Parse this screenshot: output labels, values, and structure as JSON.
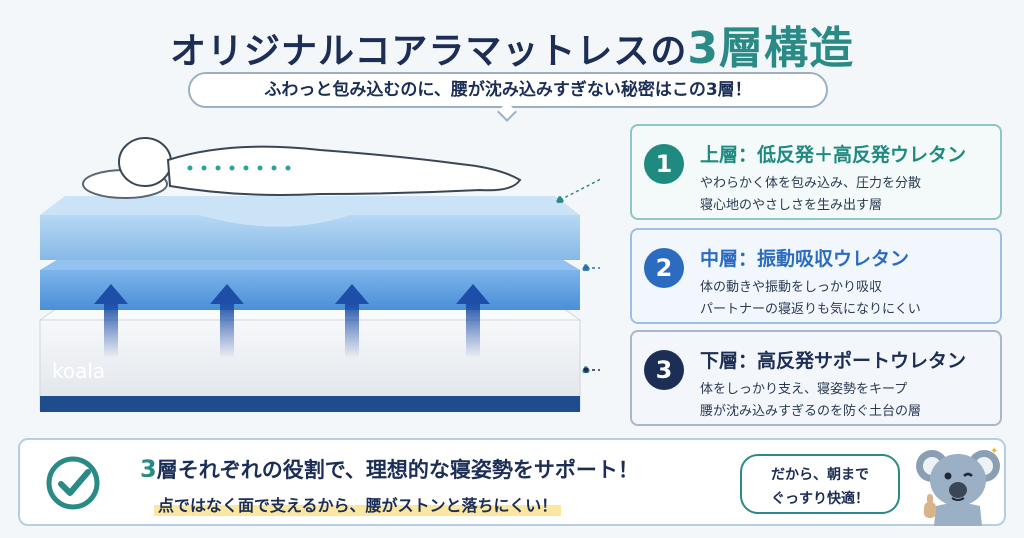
{
  "title": {
    "main": "オリジナルコアラマットレスの",
    "accent": "3",
    "suffix": "層構造"
  },
  "subtitle": "ふわっと包み込むのに、腰が沈み込みすぎない秘密はこの3層！",
  "brand": "koala",
  "layers": [
    {
      "number": "1",
      "title": "上層：低反発＋高反発ウレタン",
      "line1": "やわらかく体を包み込み、圧力を分散",
      "line2": "寝心地のやさしさを生み出す層"
    },
    {
      "number": "2",
      "title": "中層：振動吸収ウレタン",
      "line1": "体の動きや振動をしっかり吸収",
      "line2": "パートナーの寝返りも気になりにくい"
    },
    {
      "number": "3",
      "title": "下層：高反発サポートウレタン",
      "line1": "体をしっかり支え、寝姿勢をキープ",
      "line2": "腰が沈み込みすぎるのを防ぐ土台の層"
    }
  ],
  "summary": {
    "num": "3",
    "main": "層それぞれの役割で、理想的な寝姿勢をサポート！",
    "sub": "点ではなく面で支えるから、腰がストンと落ちにくい！"
  },
  "bubble": {
    "line1": "だから、朝まで",
    "line2": "ぐっすり快適！"
  },
  "colors": {
    "navy": "#1c2e55",
    "teal": "#2a8a86",
    "blue": "#2c6cc0",
    "top_layer": "#9cc6ec",
    "middle_layer": "#5d9ee0",
    "base_layer": "#eef1f4"
  },
  "icons": [
    "check-icon",
    "koala-mascot-icon",
    "arrow-up-icon",
    "pillow-icon"
  ]
}
